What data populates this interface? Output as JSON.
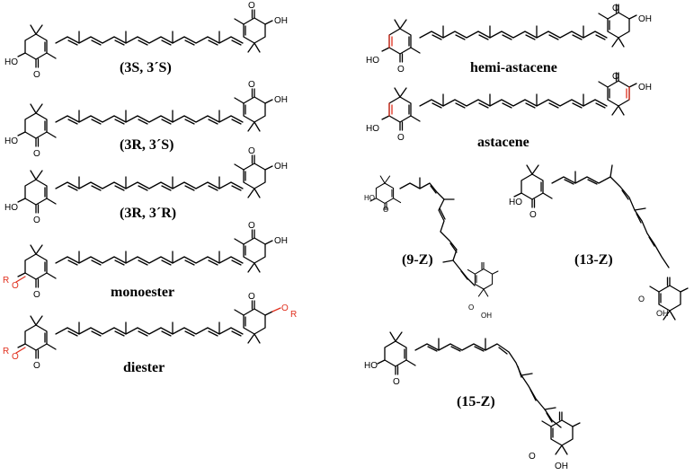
{
  "structures": [
    {
      "id": "s1",
      "label": "(3S, 3´S)"
    },
    {
      "id": "s2",
      "label": "(3R, 3´S)"
    },
    {
      "id": "s3",
      "label": "(3R, 3´R)"
    },
    {
      "id": "s4",
      "label": "monoester"
    },
    {
      "id": "s5",
      "label": "diester"
    },
    {
      "id": "s6",
      "label": "hemi-astacene"
    },
    {
      "id": "s7",
      "label": "astacene"
    },
    {
      "id": "s8",
      "label": "(9-Z)"
    },
    {
      "id": "s9",
      "label": "(13-Z)"
    },
    {
      "id": "s10",
      "label": "(15-Z)"
    }
  ],
  "atoms": {
    "hydroxyl": "HO",
    "hydroxyl_right": "OH",
    "oxygen": "O",
    "ester_oxygen": "O",
    "r_group": "R"
  },
  "colors": {
    "bond": "#000000",
    "highlight": "#e0301e",
    "background": "#ffffff"
  }
}
